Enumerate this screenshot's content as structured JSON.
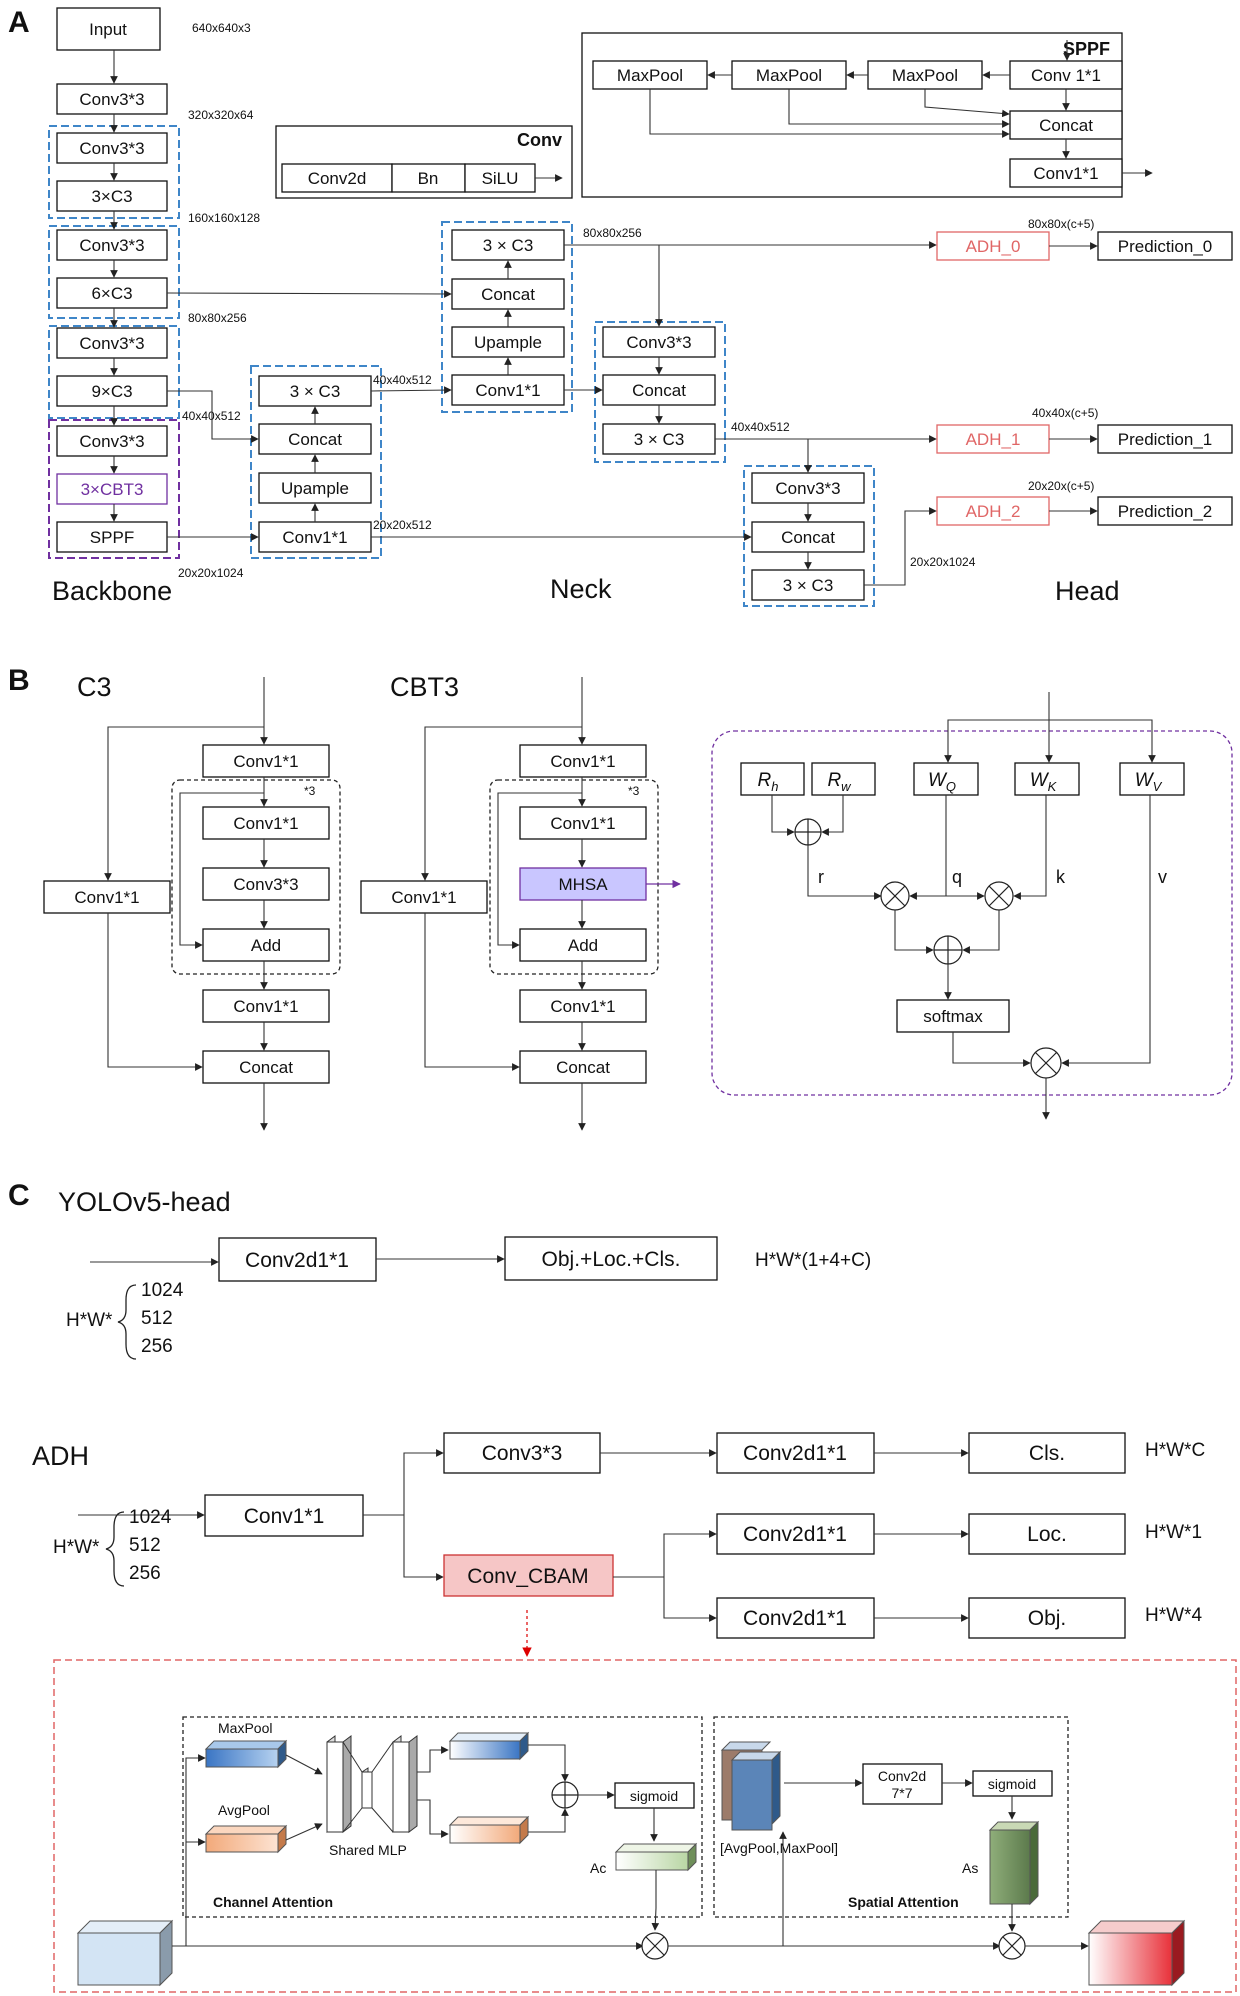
{
  "panels": {
    "A": "A",
    "B": "B",
    "C": "C"
  },
  "panelA": {
    "input": "Input",
    "input_dim": "640x640x3",
    "conv_stem": "Conv3*3",
    "dim_320": "320x320x64",
    "b1_conv": "Conv3*3",
    "b1_c3": "3×C3",
    "dim_160": "160x160x128",
    "b2_conv": "Conv3*3",
    "b2_c3": "6×C3",
    "dim_80": "80x80x256",
    "b3_conv": "Conv3*3",
    "b3_c3": "9×C3",
    "dim_40": "40x40x512",
    "b4_conv": "Conv3*3",
    "b4_cbt3": "3×CBT3",
    "b4_sppf": "SPPF",
    "dim_20": "20x20x1024",
    "backbone": "Backbone",
    "neck": "Neck",
    "head": "Head",
    "conv_title": "Conv",
    "conv_parts": [
      "Conv2d",
      "Bn",
      "SiLU"
    ],
    "sppf_title": "SPPF",
    "sppf_conv": "Conv 1*1",
    "sppf_maxpool": "MaxPool",
    "sppf_concat": "Concat",
    "sppf_conv_out": "Conv1*1",
    "neck_c3": "3 × C3",
    "neck_concat": "Concat",
    "neck_upample": "Upample",
    "neck_conv11": "Conv1*1",
    "neck_conv33": "Conv3*3",
    "neck_dim_40_512": "40x40x512",
    "neck_dim_20_512": "20x20x512",
    "neck_dim_80_256": "80x80x256",
    "neck_dim_40b": "40x40x512",
    "neck_dim_20_1024": "20x20x1024",
    "adh": [
      "ADH_0",
      "ADH_1",
      "ADH_2"
    ],
    "pred": [
      "Prediction_0",
      "Prediction_1",
      "Prediction_2"
    ],
    "pred_dims": [
      "80x80x(c+5)",
      "40x40x(c+5)",
      "20x20x(c+5)"
    ]
  },
  "panelB": {
    "c3_title": "C3",
    "cbt3_title": "CBT3",
    "conv11": "Conv1*1",
    "conv33": "Conv3*3",
    "add": "Add",
    "concat": "Concat",
    "mhsa": "MHSA",
    "repeat": "*3",
    "r": "r",
    "q": "q",
    "k": "k",
    "v": "v",
    "softmax": "softmax",
    "rh": "R",
    "rh_sub": "h",
    "rw": "R",
    "rw_sub": "w",
    "wq": "W",
    "wq_sub": "Q",
    "wk": "W",
    "wk_sub": "K",
    "wv": "W",
    "wv_sub": "V"
  },
  "panelC": {
    "yolo_title": "YOLOv5-head",
    "conv2d11": "Conv2d1*1",
    "obj_loc_cls": "Obj.+Loc.+Cls.",
    "out_dim": "H*W*(1+4+C)",
    "hw": "H*W*",
    "channels": [
      "1024",
      "512",
      "256"
    ],
    "adh_title": "ADH",
    "conv11": "Conv1*1",
    "conv33": "Conv3*3",
    "conv_cbam": "Conv_CBAM",
    "cls": "Cls.",
    "loc": "Loc.",
    "obj": "Obj.",
    "dim_c": "H*W*C",
    "dim_1": "H*W*1",
    "dim_4": "H*W*4",
    "cbam": {
      "maxpool": "MaxPool",
      "avgpool": "AvgPool",
      "shared_mlp": "Shared MLP",
      "sigmoid": "sigmoid",
      "ac": "Ac",
      "as": "As",
      "channel_attention": "Channel Attention",
      "spatial_attention": "Spatial Attention",
      "avg_max": "[AvgPool,MaxPool]",
      "conv2d": "Conv2d",
      "kernel": "7*7"
    }
  },
  "colors": {
    "dashed_blue": "#3f86c8",
    "adh_red": "#e06666",
    "cbt3_purple": "#7030a0",
    "mhsa_fill": "#c9c6ff",
    "cbam_fill": "#f6c6c6"
  }
}
